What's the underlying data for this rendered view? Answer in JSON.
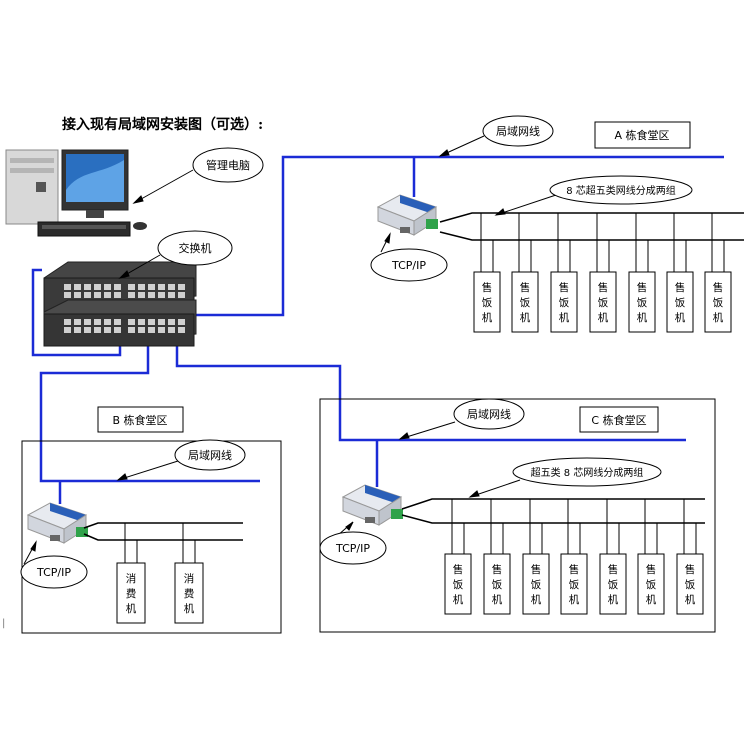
{
  "title": "接入现有局域网安装图（可选）:",
  "labels": {
    "management_pc": "管理电脑",
    "switch": "交换机",
    "lan_a": "局域网线",
    "zone_a": "A 栋食堂区",
    "cable_a": "8 芯超五类网线分成两组",
    "tcpip_a": "TCP/IP",
    "zone_b": "B 栋食堂区",
    "lan_b": "局域网线",
    "tcpip_b": "TCP/IP",
    "zone_c": "C 栋食堂区",
    "lan_c": "局域网线",
    "cable_c": "超五类 8 芯网线分成两组",
    "tcpip_c": "TCP/IP"
  },
  "terminals": {
    "zone_a": [
      "售饭机",
      "售饭机",
      "售饭机",
      "售饭机",
      "售饭机",
      "售饭机",
      "售饭机"
    ],
    "zone_b": [
      "消费机",
      "消费机"
    ],
    "zone_c": [
      "售饭机",
      "售饭机",
      "售饭机",
      "售饭机",
      "售饭机",
      "售饭机",
      "售饭机"
    ]
  },
  "colors": {
    "network_line": "#1b2bd6",
    "wire": "#000000",
    "converter_blue": "#2a5fb8",
    "converter_green": "#2fa24a",
    "switch_body": "#3a3a3a"
  }
}
